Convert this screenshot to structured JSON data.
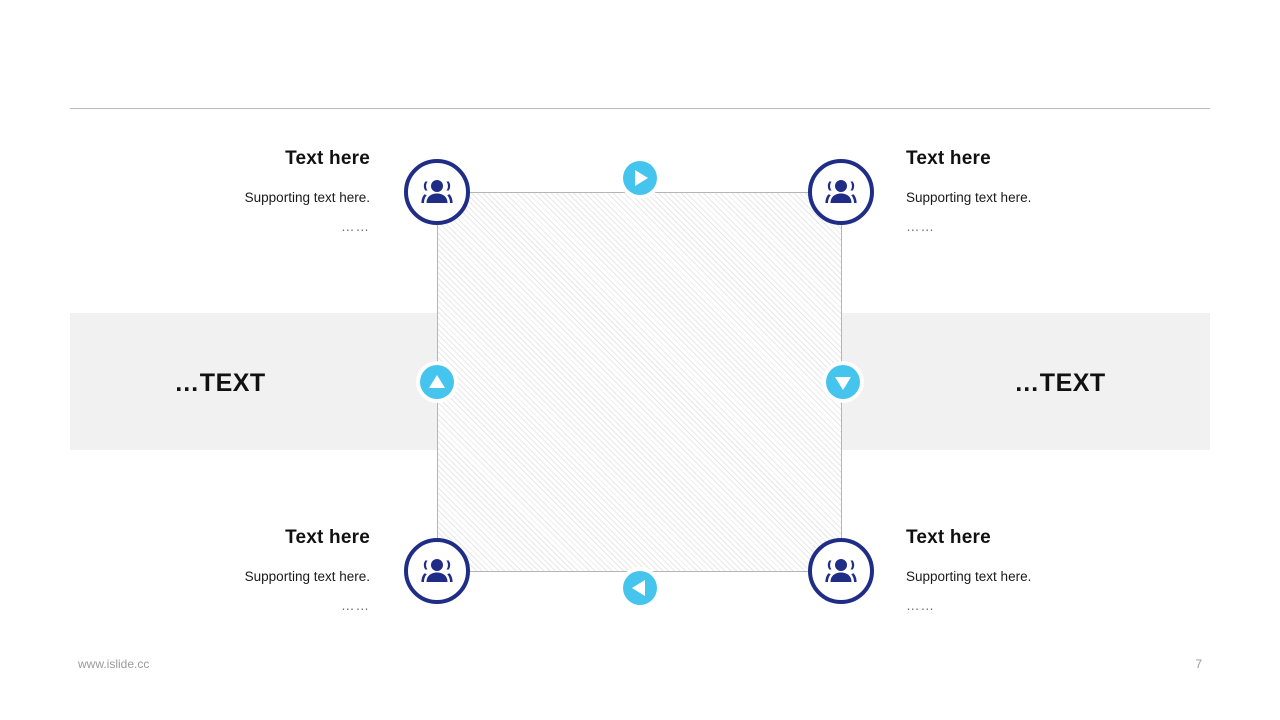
{
  "slide": {
    "page_number": "7",
    "footer_url": "www.islide.cc",
    "colors": {
      "node_ring": "#1F2D86",
      "node_icon": "#1F2D86",
      "arrow_fill": "#45C4EE",
      "band_background": "#F1F1F1",
      "rule": "#B8B8B8",
      "connector": "#B5B5B5",
      "title_text": "#111111",
      "muted_text": "#9A9A9A"
    }
  },
  "side_labels": {
    "left": "…TEXT",
    "right": "…TEXT"
  },
  "nodes": [
    {
      "position": "top-left",
      "title": "Text here",
      "subtitle": "Supporting text here.",
      "dots": "……",
      "icon": "people-group-icon",
      "align": "right"
    },
    {
      "position": "top-right",
      "title": "Text here",
      "subtitle": "Supporting text here.",
      "dots": "……",
      "icon": "people-group-icon",
      "align": "left"
    },
    {
      "position": "bottom-left",
      "title": "Text here",
      "subtitle": "Supporting text here.",
      "dots": "……",
      "icon": "people-group-icon",
      "align": "right"
    },
    {
      "position": "bottom-right",
      "title": "Text here",
      "subtitle": "Supporting text here.",
      "dots": "……",
      "icon": "people-group-icon",
      "align": "left"
    }
  ],
  "arrows": [
    {
      "position": "top",
      "direction": "right",
      "icon": "arrow-right-icon"
    },
    {
      "position": "right",
      "direction": "down",
      "icon": "arrow-down-icon"
    },
    {
      "position": "bottom",
      "direction": "left",
      "icon": "arrow-left-icon"
    },
    {
      "position": "left",
      "direction": "up",
      "icon": "arrow-up-icon"
    }
  ]
}
